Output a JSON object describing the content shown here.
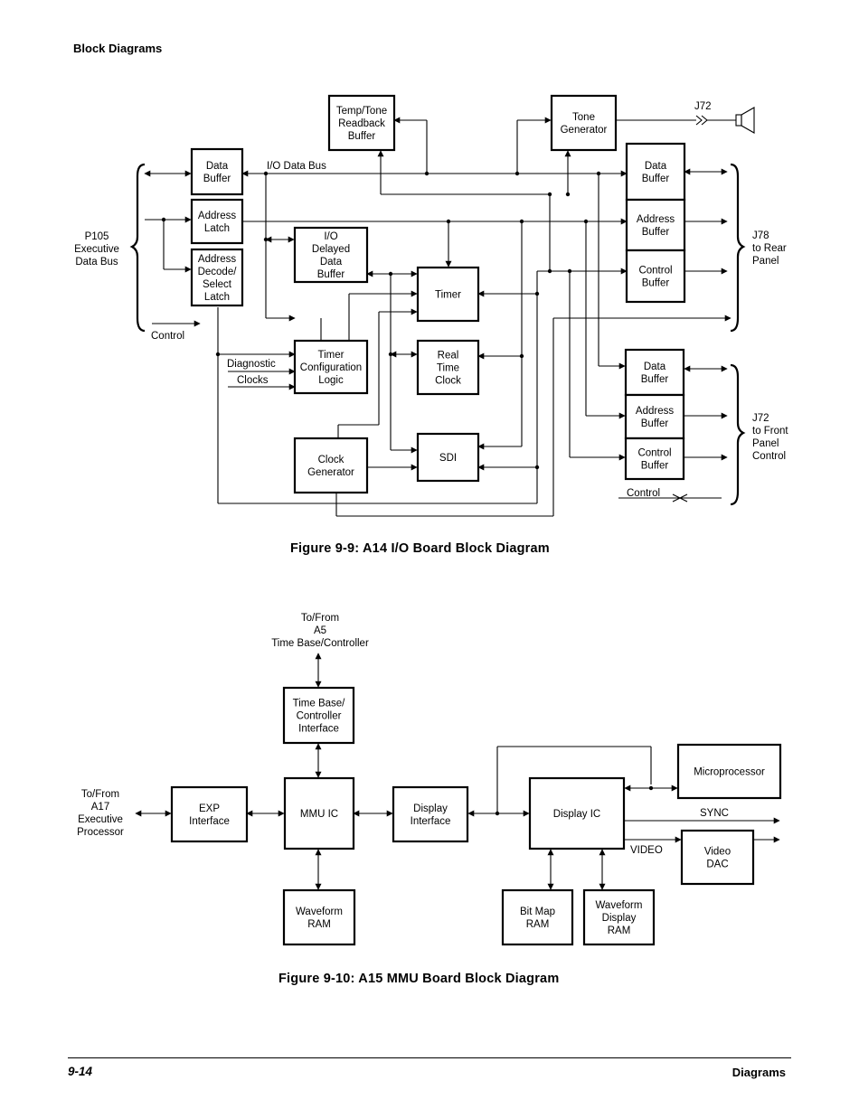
{
  "header": {
    "section": "Block Diagrams"
  },
  "figure_9_9": {
    "caption": "Figure 9-9:  A14 I/O Board Block Diagram",
    "blocks": {
      "temp_tone": [
        "Temp/Tone",
        "Readback",
        "Buffer"
      ],
      "tone_generator": [
        "Tone",
        "Generator"
      ],
      "data_buffer_left": [
        "Data",
        "Buffer"
      ],
      "address_latch": [
        "Address",
        "Latch"
      ],
      "address_decode": [
        "Address",
        "Decode/",
        "Select",
        "Latch"
      ],
      "io_delayed": [
        "I/O",
        "Delayed",
        "Data",
        "Buffer"
      ],
      "timer": [
        "Timer"
      ],
      "timer_config": [
        "Timer",
        "Configuration",
        "Logic"
      ],
      "real_time_clock": [
        "Real",
        "Time",
        "Clock"
      ],
      "sdi": [
        "SDI"
      ],
      "clock_generator": [
        "Clock",
        "Generator"
      ],
      "rear_data_buffer": [
        "Data",
        "Buffer"
      ],
      "rear_address_buffer": [
        "Address",
        "Buffer"
      ],
      "rear_control_buffer": [
        "Control",
        "Buffer"
      ],
      "front_data_buffer": [
        "Data",
        "Buffer"
      ],
      "front_address_buffer": [
        "Address",
        "Buffer"
      ],
      "front_control_buffer": [
        "Control",
        "Buffer"
      ]
    },
    "labels": {
      "io_data_bus": "I/O Data Bus",
      "j72_top": "J72",
      "p105": [
        "P105",
        "Executive",
        "Data Bus"
      ],
      "control_left": "Control",
      "diagnostic": "Diagnostic",
      "clocks": "Clocks",
      "j78": [
        "J78",
        "to Rear",
        "Panel"
      ],
      "j72_front": [
        "J72",
        "to Front",
        "Panel",
        "Control"
      ],
      "control_right": "Control"
    }
  },
  "figure_9_10": {
    "caption": "Figure 9-10:  A15 MMU Board Block Diagram",
    "blocks": {
      "time_base_interface": [
        "Time Base/",
        "Controller",
        "Interface"
      ],
      "exp_interface": [
        "EXP",
        "Interface"
      ],
      "mmu_ic": [
        "MMU IC"
      ],
      "display_interface": [
        "Display",
        "Interface"
      ],
      "display_ic": [
        "Display IC"
      ],
      "microprocessor": [
        "Microprocessor"
      ],
      "waveform_ram": [
        "Waveform",
        "RAM"
      ],
      "bit_map_ram": [
        "Bit Map",
        "RAM"
      ],
      "waveform_display_ram": [
        "Waveform",
        "Display",
        "RAM"
      ],
      "video_dac": [
        "Video",
        "DAC"
      ]
    },
    "labels": {
      "to_from_a5": [
        "To/From",
        "A5",
        "Time Base/Controller"
      ],
      "to_from_a17": [
        "To/From",
        "A17",
        "Executive",
        "Processor"
      ],
      "sync": "SYNC",
      "video": "VIDEO"
    }
  },
  "footer": {
    "page_number": "9-14",
    "section": "Diagrams"
  }
}
